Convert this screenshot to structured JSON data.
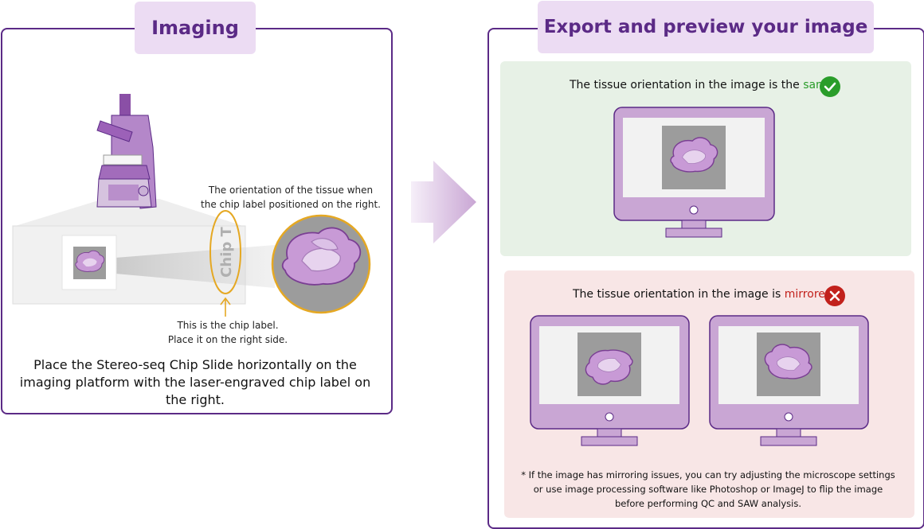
{
  "imaging": {
    "title": "Imaging",
    "chip_text": "Chip T",
    "orientation_note": "The orientation of the tissue when the chip label positioned on the right.",
    "chip_label_note_line1": "This is the chip label.",
    "chip_label_note_line2": "Place it on the right side.",
    "instruction": "Place the Stereo-seq Chip Slide horizontally on the imaging platform with the laser-engraved chip label on the right."
  },
  "export": {
    "title": "Export and preview your image",
    "same_prefix": "The tissue orientation in the image is the",
    "same_word": "same",
    "mirrored_prefix": "The tissue orientation in the image is",
    "mirrored_word": "mirrored",
    "footnote": "* If the image has mirroring issues, you can try adjusting the microscope settings or use image processing software like Photoshop or ImageJ to flip the image before performing QC and SAW analysis."
  },
  "colors": {
    "brand_purple": "#5b2a86",
    "tab_bg": "#ecdcf3",
    "monitor_purple": "#c9a6d4",
    "success_green": "#2a9d2a",
    "error_red": "#c2211c",
    "chip_outline": "#e5a823"
  },
  "icons": [
    "microscope-icon",
    "tissue-icon",
    "check-circle-icon",
    "x-circle-icon",
    "monitor-icon",
    "arrow-right-icon"
  ]
}
